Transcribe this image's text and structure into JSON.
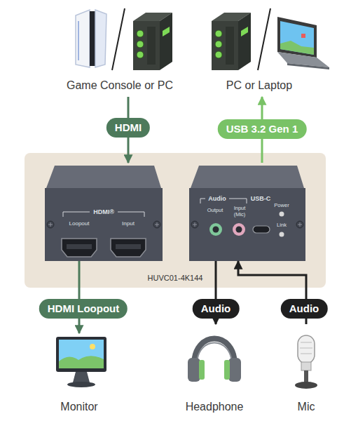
{
  "diagram": {
    "nodes": [
      {
        "text": [
          "Game Console or PC"
        ]
      },
      {
        "text": [
          "PC or Laptop"
        ]
      },
      {
        "text": [
          "HUVC01-4K144"
        ]
      },
      {
        "text": [
          "HDMI®",
          "Loopout",
          "Input"
        ],
        "in": 2
      },
      {
        "text": [
          "Audio",
          "USB-C",
          "Output",
          "Input (Mic)",
          "Power",
          "Link"
        ],
        "in": 2
      },
      {
        "text": [
          "Monitor"
        ]
      },
      {
        "text": [
          "Headphone"
        ]
      },
      {
        "text": [
          "Mic"
        ]
      }
    ],
    "edges": [
      {
        "from": 0,
        "to": 3,
        "label": "HDMI",
        "arrow": "to"
      },
      {
        "from": 4,
        "to": 1,
        "label": "USB 3.2 Gen 1",
        "arrow": "to"
      },
      {
        "from": 3,
        "to": 5,
        "label": "HDMI Loopout",
        "arrow": "to"
      },
      {
        "from": 4,
        "to": 6,
        "label": "Audio",
        "arrow": "to"
      },
      {
        "from": 7,
        "to": 4,
        "label": "Audio",
        "arrow": "to"
      }
    ]
  }
}
